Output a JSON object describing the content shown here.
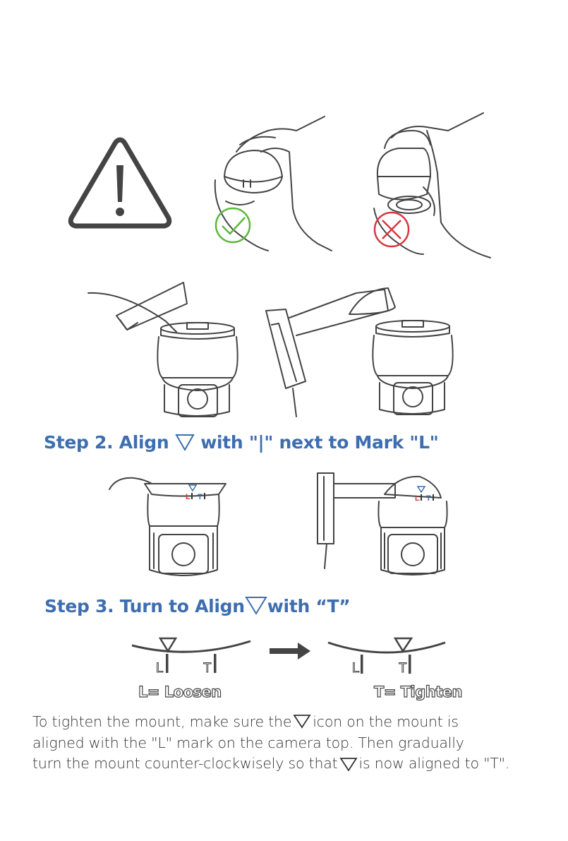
{
  "step2": {
    "prefix": "Step 2. Align",
    "suffix": "with \"|\" next to Mark \"L\""
  },
  "step3": {
    "prefix": "Step 3. Turn to Align",
    "suffix": "with “T”"
  },
  "marks": {
    "L": "L",
    "T": "T"
  },
  "legend": {
    "loosen": "L= Loosen",
    "tighten": "T= Tighten"
  },
  "instructions": {
    "line1_a": "To tighten the mount, make sure the",
    "line1_b": "icon on the mount is",
    "line2": "aligned with the \"L\" mark on the camera top. Then gradually",
    "line3_a": "turn the mount counter-clockwisely so that",
    "line3_b": "is now aligned to \"T\"."
  },
  "colors": {
    "step_heading": "#3d6eb0",
    "check_green": "#5cb83a",
    "cross_red": "#d9363e",
    "mark_red": "#d9363e",
    "mark_blue": "#3d6eb0"
  },
  "icons": [
    "warning-icon",
    "check-icon",
    "cross-icon",
    "triangle-marker-icon",
    "arrow-right-icon"
  ]
}
